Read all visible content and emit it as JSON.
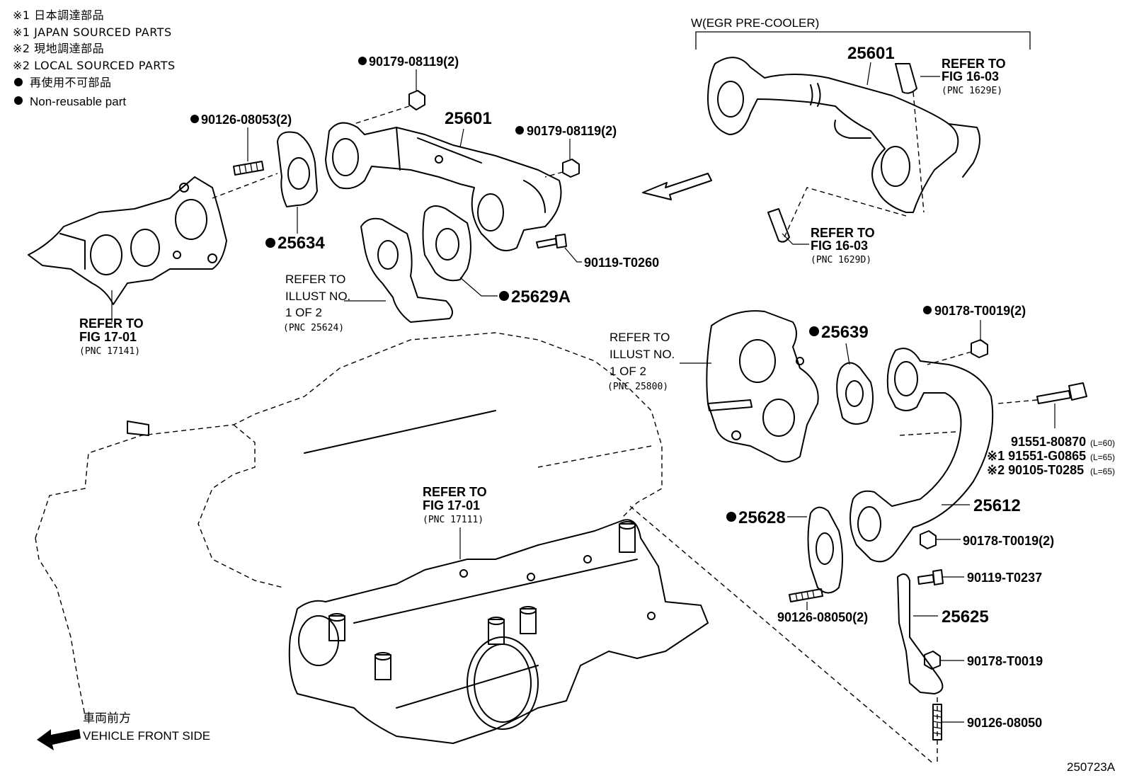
{
  "legend": {
    "line1": "※1 日本調達部品",
    "line2": "※1 JAPAN SOURCED PARTS",
    "line3": "※2 現地調達部品",
    "line4": "※2 LOCAL SOURCED PARTS",
    "line5": "再使用不可部品",
    "line6": "Non-reusable part"
  },
  "egr_precooler_label": "W(EGR PRE-COOLER)",
  "parts": {
    "p25601_top": "25601",
    "p25601_main": "25601",
    "p90179_a": "90179-08119(2)",
    "p90179_b": "90179-08119(2)",
    "p90126_08053": "90126-08053(2)",
    "p25634": "25634",
    "p90119_t0260": "90119-T0260",
    "p25629a": "25629A",
    "p25639": "25639",
    "p90178_t0019_2a": "90178-T0019(2)",
    "p91551_80870": "91551-80870",
    "p91551_80870_len": "(L=60)",
    "p91551_g0865": "※1 91551-G0865",
    "p91551_g0865_len": "(L=65)",
    "p90105_t0285": "※2 90105-T0285",
    "p90105_t0285_len": "(L=65)",
    "p25612": "25612",
    "p25628": "25628",
    "p90178_t0019_2b": "90178-T0019(2)",
    "p90119_t0237": "90119-T0237",
    "p90126_08050_2": "90126-08050(2)",
    "p25625": "25625",
    "p90178_t0019": "90178-T0019",
    "p90126_08050": "90126-08050"
  },
  "refs": {
    "r1_l1": "REFER TO",
    "r1_l2": "FIG 16-03",
    "r1_l3": "(PNC 1629E)",
    "r2_l1": "REFER TO",
    "r2_l2": "FIG 16-03",
    "r2_l3": "(PNC 1629D)",
    "r3_l1": "REFER TO",
    "r3_l2": "FIG 17-01",
    "r3_l3": "(PNC 17141)",
    "r4_l1": "REFER TO",
    "r4_l2": "ILLUST NO.",
    "r4_l3": "1 OF 2",
    "r4_l4": "(PNC 25624)",
    "r5_l1": "REFER TO",
    "r5_l2": "ILLUST NO.",
    "r5_l3": "1 OF 2",
    "r5_l4": "(PNC 25800)",
    "r6_l1": "REFER TO",
    "r6_l2": "FIG 17-01",
    "r6_l3": "(PNC 17111)"
  },
  "front": {
    "jp": "車両前方",
    "en": "VEHICLE FRONT SIDE"
  },
  "illustration_no": "250723A"
}
